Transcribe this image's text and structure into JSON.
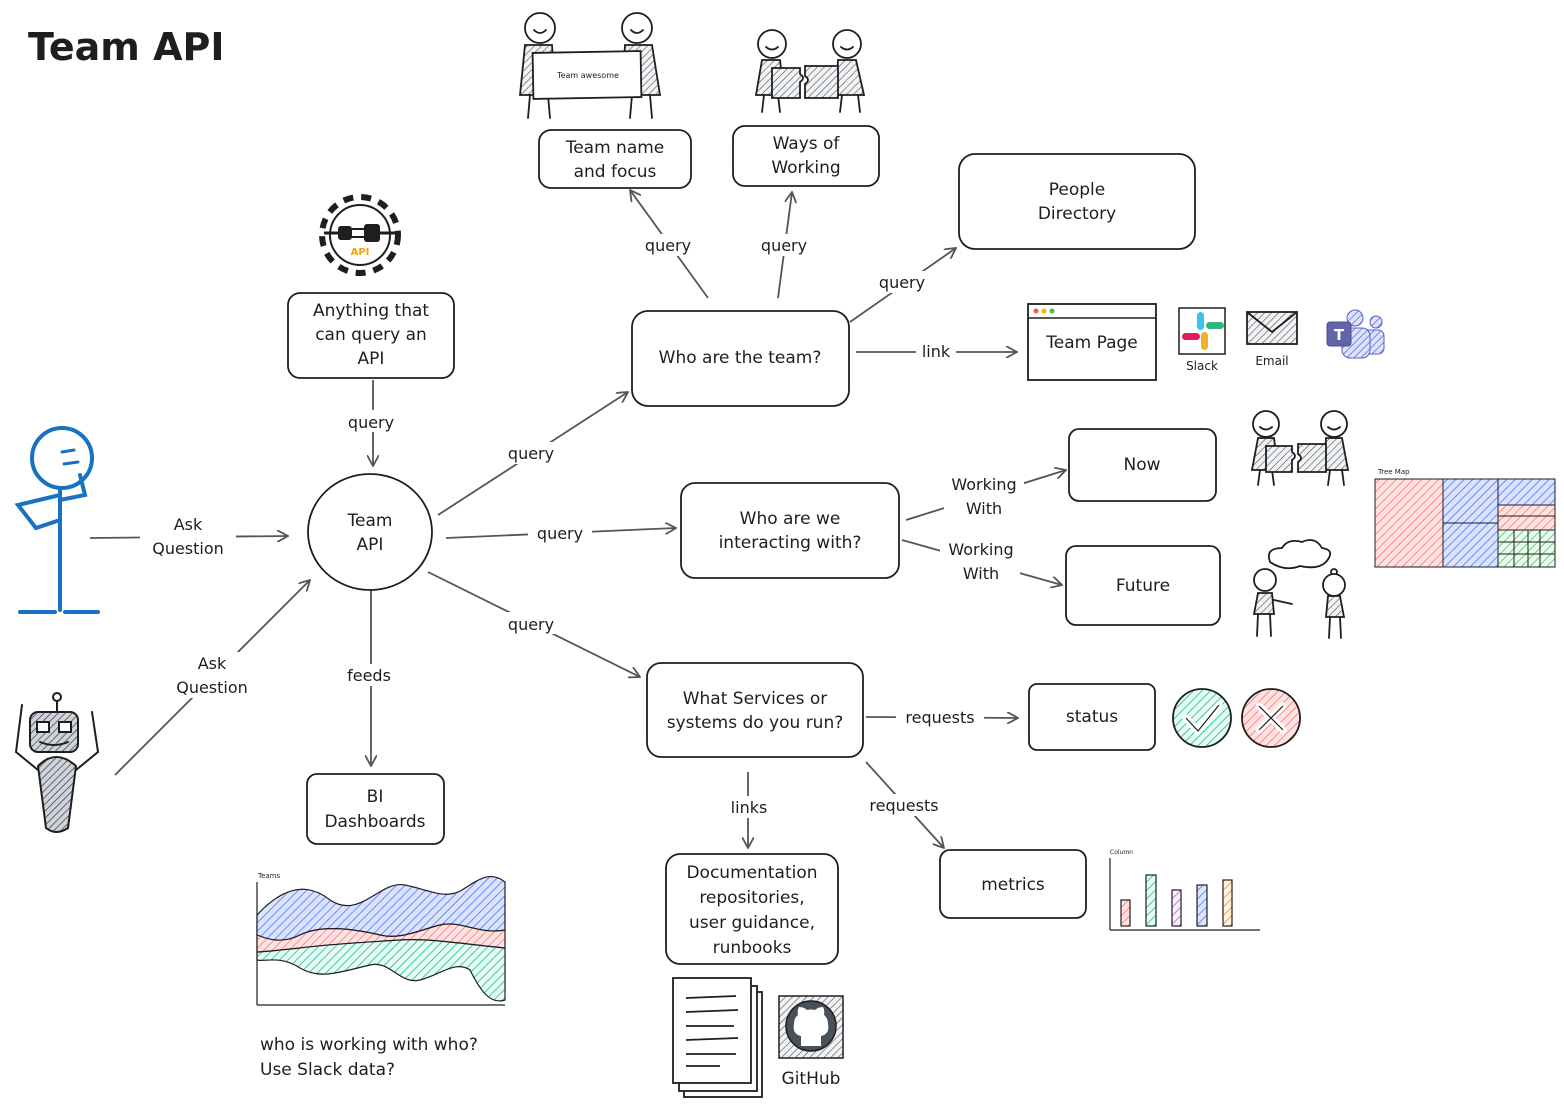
{
  "title": "Team API",
  "nodes": {
    "team_api": "Team\nAPI",
    "anything_query": "Anything that\ncan query an\nAPI",
    "team_name_focus": "Team name\nand focus",
    "ways_of_working": "Ways of\nWorking",
    "people_directory": "People\nDirectory",
    "who_are_team": "Who are the team?",
    "team_page": "Team Page",
    "who_interacting": "Who are we\ninteracting with?",
    "now": "Now",
    "future": "Future",
    "what_services": "What Services or\nsystems do you run?",
    "status": "status",
    "metrics": "metrics",
    "documentation": "Documentation\nrepositories,\nuser guidance,\nrunbooks",
    "bi_dashboards": "BI\nDashboards"
  },
  "edge_labels": {
    "ask_question_human": "Ask\nQuestion",
    "ask_question_robot": "Ask\nQuestion",
    "query_anything": "query",
    "query_team": "query",
    "query_interacting": "query",
    "query_services": "query",
    "feeds": "feeds",
    "query_team_name": "query",
    "query_ways": "query",
    "query_people": "query",
    "link_team_page": "link",
    "working_with_now": "Working\nWith",
    "working_with_future": "Working\nWith",
    "requests_status": "requests",
    "requests_metrics": "requests",
    "links_docs": "links"
  },
  "illustrations": {
    "team_awesome_sign": "Team awesome",
    "api_badge": "API",
    "slack": "Slack",
    "email": "Email",
    "github": "GitHub",
    "tree_map_title": "Tree Map",
    "teams_chart_title": "Teams",
    "column_chart_title": "Column"
  },
  "note": "who is working with who?\nUse Slack data?",
  "colors": {
    "stroke": "#1e1e1e",
    "arrow": "#555555",
    "human_blue": "#1971c2",
    "red_fill": "#ff8787",
    "blue_fill": "#4c6ef5",
    "green_fill": "#8ce99a",
    "teal_fill": "#20c997",
    "purple_fill": "#cc5de8",
    "orange_fill": "#fd7e14",
    "teams_purple": "#7b83eb",
    "api_gold": "#f59f00"
  }
}
